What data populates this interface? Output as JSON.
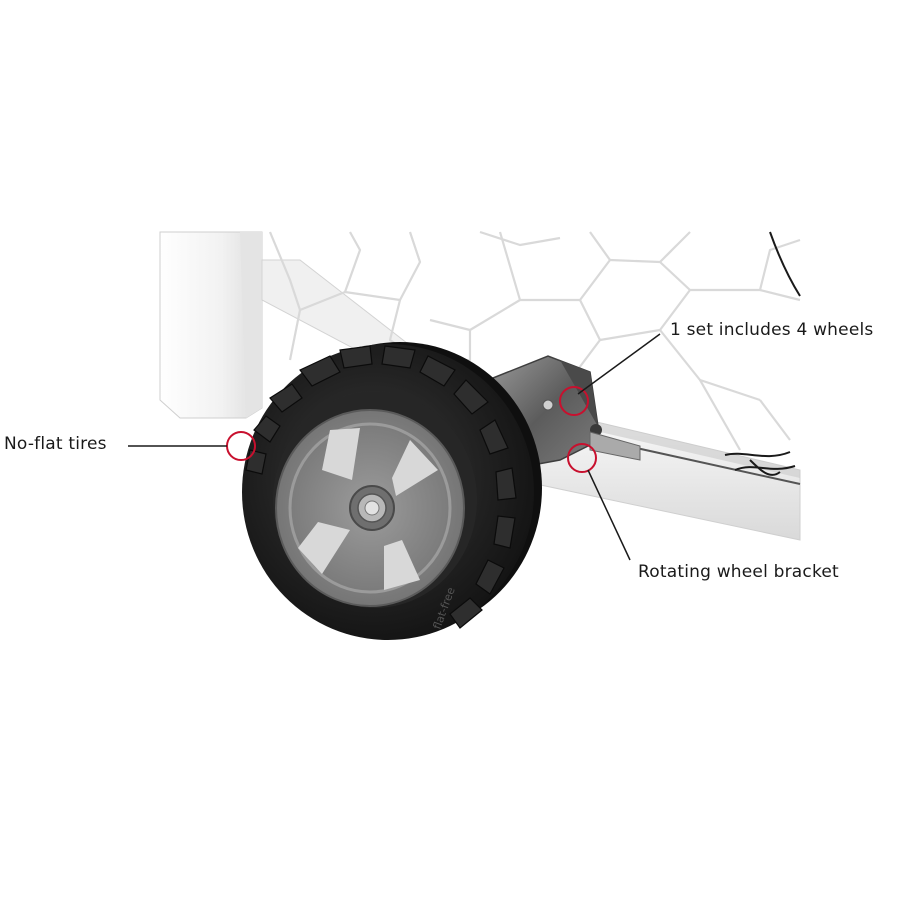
{
  "callouts": {
    "no_flat_tires": "No-flat tires",
    "set_includes": "1 set includes 4 wheels",
    "rotating_bracket": "Rotating wheel bracket"
  },
  "tire_text": "flat-free",
  "colors": {
    "callout_circle": "#c8102e",
    "frame": "#f7f7f7",
    "tire": "#1f1f1f",
    "rim": "#8a8a8a",
    "bracket": "#6e6e6e"
  }
}
